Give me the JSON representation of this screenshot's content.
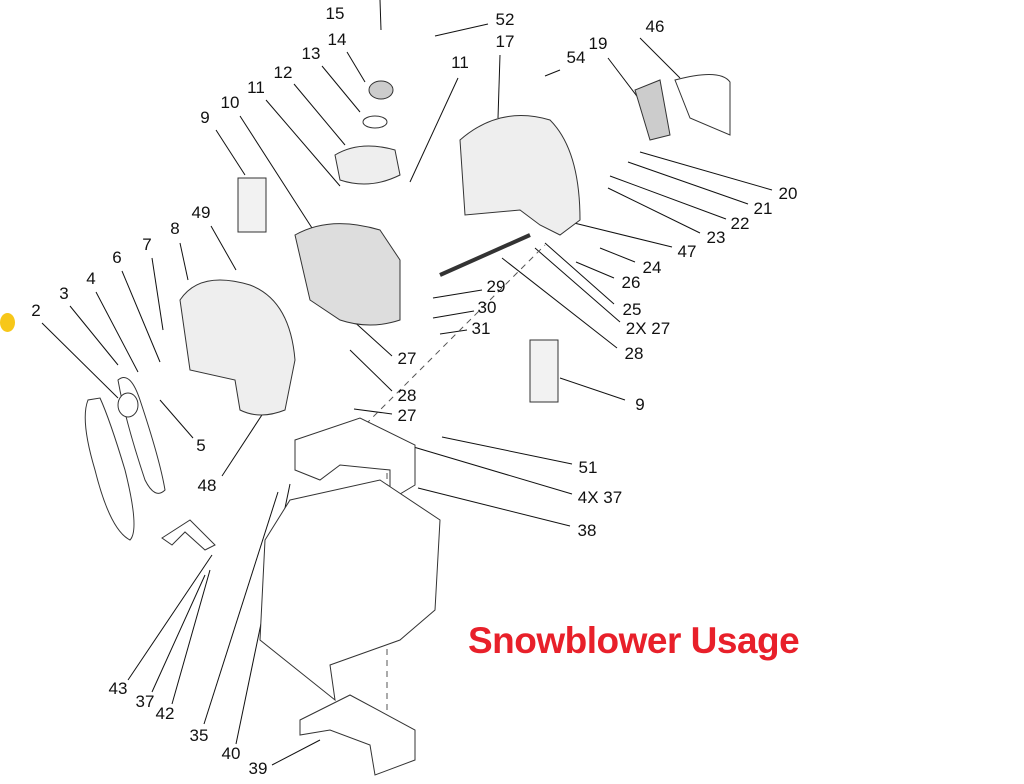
{
  "title": "Snowblower Usage",
  "highlight_color": "#f7c719",
  "title_color": "#e8202a",
  "callouts": [
    "15",
    "14",
    "13",
    "12",
    "11",
    "10",
    "9",
    "49",
    "8",
    "7",
    "6",
    "4",
    "3",
    "2",
    "5",
    "48",
    "52",
    "17",
    "11",
    "54",
    "19",
    "46",
    "20",
    "21",
    "22",
    "23",
    "47",
    "24",
    "26",
    "25",
    "2X 27",
    "28",
    "29",
    "30",
    "31",
    "27",
    "28",
    "27",
    "9",
    "51",
    "4X 37",
    "38",
    "43",
    "37",
    "42",
    "35",
    "40",
    "39"
  ]
}
